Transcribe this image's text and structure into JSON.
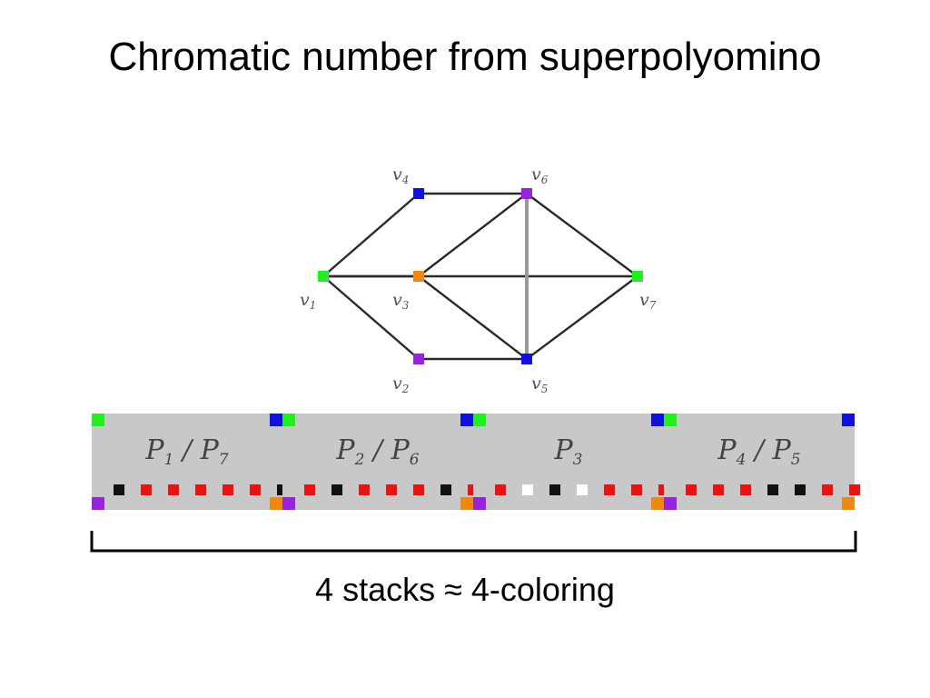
{
  "slide": {
    "title": "Chromatic number from superpolyomino",
    "caption": "4 stacks ≈ 4-coloring"
  },
  "colors": {
    "green": "#22ee22",
    "blue": "#1111dd",
    "purple": "#9922dd",
    "orange": "#ee8811",
    "red": "#ee1111",
    "black": "#111111",
    "white": "#ffffff",
    "panel": "#c8c8c8",
    "edge_dark": "#2a2a2a",
    "edge_gray": "#999999"
  },
  "graph": {
    "vertices": [
      {
        "id": "v1",
        "label": "v",
        "sub": "1",
        "color": "green"
      },
      {
        "id": "v2",
        "label": "v",
        "sub": "2",
        "color": "purple"
      },
      {
        "id": "v3",
        "label": "v",
        "sub": "3",
        "color": "orange"
      },
      {
        "id": "v4",
        "label": "v",
        "sub": "4",
        "color": "blue"
      },
      {
        "id": "v5",
        "label": "v",
        "sub": "5",
        "color": "blue"
      },
      {
        "id": "v6",
        "label": "v",
        "sub": "6",
        "color": "purple"
      },
      {
        "id": "v7",
        "label": "v",
        "sub": "7",
        "color": "green"
      }
    ],
    "edges": [
      [
        "v1",
        "v4"
      ],
      [
        "v1",
        "v2"
      ],
      [
        "v1",
        "v3"
      ],
      [
        "v1",
        "v7"
      ],
      [
        "v4",
        "v6"
      ],
      [
        "v2",
        "v5"
      ],
      [
        "v3",
        "v6"
      ],
      [
        "v3",
        "v5"
      ],
      [
        "v6",
        "v7"
      ],
      [
        "v5",
        "v7"
      ],
      [
        "v6",
        "v5"
      ]
    ]
  },
  "stacks": [
    {
      "label": "P",
      "sub": "1",
      "sep": "/",
      "label2": "P",
      "sub2": "7",
      "corners": {
        "tl": "green",
        "tr": "blue",
        "bl": "purple",
        "br": "orange"
      },
      "squares": [
        "black",
        "red",
        "red",
        "red",
        "red",
        "red",
        "black"
      ]
    },
    {
      "label": "P",
      "sub": "2",
      "sep": "/",
      "label2": "P",
      "sub2": "6",
      "corners": {
        "tl": "green",
        "tr": "blue",
        "bl": "purple",
        "br": "orange"
      },
      "squares": [
        "red",
        "black",
        "red",
        "red",
        "red",
        "black",
        "red"
      ]
    },
    {
      "label": "P",
      "sub": "3",
      "sep": "",
      "label2": "",
      "sub2": "",
      "corners": {
        "tl": "green",
        "tr": "blue",
        "bl": "purple",
        "br": "orange"
      },
      "squares": [
        "red",
        "white",
        "black",
        "white",
        "red",
        "red",
        "red"
      ]
    },
    {
      "label": "P",
      "sub": "4",
      "sep": "/",
      "label2": "P",
      "sub2": "5",
      "corners": {
        "tl": "green",
        "tr": "blue",
        "bl": "purple",
        "br": "orange"
      },
      "squares": [
        "red",
        "red",
        "red",
        "black",
        "black",
        "red",
        "red"
      ]
    }
  ]
}
